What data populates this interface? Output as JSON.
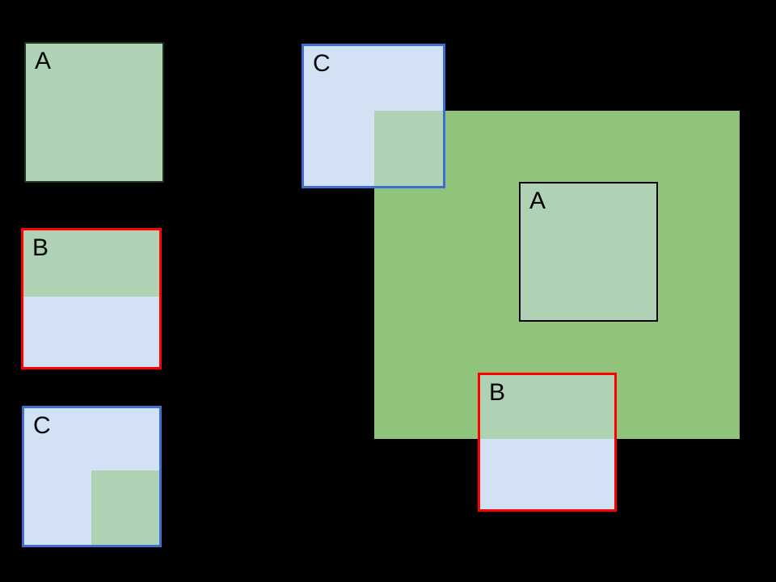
{
  "palette": {
    "background": "#000000",
    "green": "#90c47c",
    "sage": "#afd2b5",
    "blue_fill": "#d3e1f4",
    "red_border": "#ff0000",
    "blue_border": "#3e6fd0",
    "black_border": "#000000",
    "dark_green_border": "#1e331e"
  },
  "tiles": {
    "a": {
      "label": "A"
    },
    "b": {
      "label": "B"
    },
    "c": {
      "label": "C"
    }
  },
  "composition": {
    "a": {
      "label": "A"
    },
    "b": {
      "label": "B"
    },
    "c": {
      "label": "C"
    }
  }
}
